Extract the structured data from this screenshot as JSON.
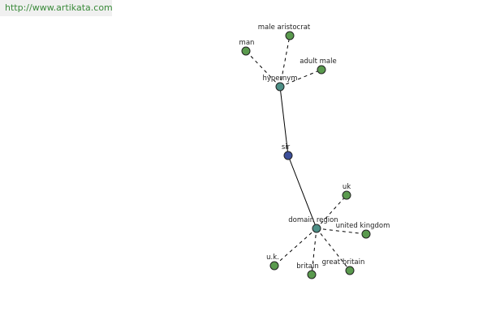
{
  "watermark": "http://www.artikata.com",
  "colors": {
    "center": "#3c4f9a",
    "hub": "#4d8f86",
    "leaf": "#5a9a4e",
    "edge": "#000000",
    "watermark_text": "#3a8a3a"
  },
  "graph": {
    "center": {
      "label": "sir"
    },
    "hubs": [
      {
        "label": "hypernym"
      },
      {
        "label": "domain region"
      }
    ],
    "leaves_hypernym": [
      {
        "label": "man"
      },
      {
        "label": "male aristocrat"
      },
      {
        "label": "adult male"
      }
    ],
    "leaves_domain_region": [
      {
        "label": "uk"
      },
      {
        "label": "united kingdom"
      },
      {
        "label": "great britain"
      },
      {
        "label": "britain"
      },
      {
        "label": "u.k."
      }
    ]
  }
}
